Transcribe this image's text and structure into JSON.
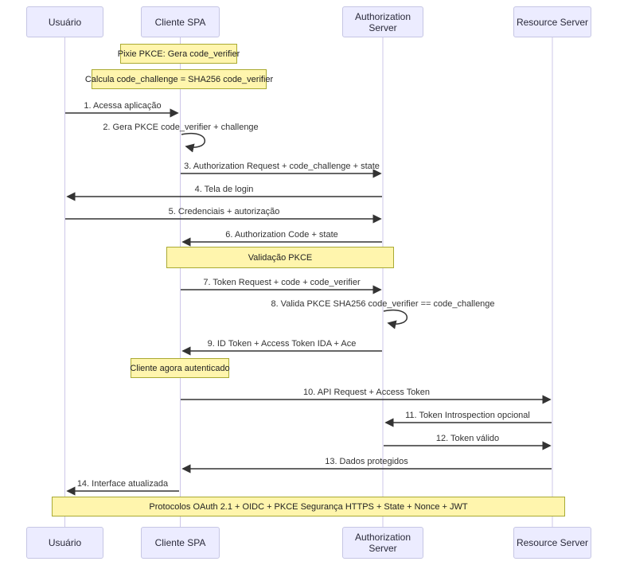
{
  "actors": [
    {
      "id": "usuario",
      "label": "Usuário"
    },
    {
      "id": "cliente-spa",
      "label": "Cliente SPA"
    },
    {
      "id": "authorization-server",
      "label": "Authorization Server"
    },
    {
      "id": "resource-server",
      "label": "Resource Server"
    }
  ],
  "notes": [
    {
      "id": "note-pkce-gen",
      "label": "Pixie PKCE: Gera code_verifier",
      "over": "Cliente SPA"
    },
    {
      "id": "note-challenge",
      "label": "Calcula code_challenge = SHA256 code_verifier",
      "over": "Cliente SPA"
    },
    {
      "id": "note-validacao",
      "label": "Validação PKCE",
      "over": "Cliente SPA, Authorization Server"
    },
    {
      "id": "note-autenticado",
      "label": "Cliente agora autenticado",
      "over": "Cliente SPA"
    },
    {
      "id": "note-protocolos",
      "label": "Protocolos OAuth 2.1 + OIDC + PKCE Segurança HTTPS + State + Nonce + JWT",
      "over": "all"
    }
  ],
  "messages": [
    {
      "label": "1. Acessa aplicação",
      "from": "Usuário",
      "to": "Cliente SPA"
    },
    {
      "label": "2. Gera PKCE code_verifier + challenge",
      "from": "Cliente SPA",
      "to": "Cliente SPA",
      "self": true
    },
    {
      "label": "3. Authorization Request + code_challenge + state",
      "from": "Cliente SPA",
      "to": "Authorization Server"
    },
    {
      "label": "4. Tela de login",
      "from": "Authorization Server",
      "to": "Usuário"
    },
    {
      "label": "5. Credenciais + autorização",
      "from": "Usuário",
      "to": "Authorization Server"
    },
    {
      "label": "6. Authorization Code + state",
      "from": "Authorization Server",
      "to": "Cliente SPA"
    },
    {
      "label": "7. Token Request + code + code_verifier",
      "from": "Cliente SPA",
      "to": "Authorization Server"
    },
    {
      "label": "8. Valida PKCE SHA256 code_verifier == code_challenge",
      "from": "Authorization Server",
      "to": "Authorization Server",
      "self": true
    },
    {
      "label": "9. ID Token + Access Token IDA + Ace",
      "from": "Authorization Server",
      "to": "Cliente SPA"
    },
    {
      "label": "10. API Request + Access Token",
      "from": "Cliente SPA",
      "to": "Resource Server"
    },
    {
      "label": "11. Token Introspection opcional",
      "from": "Resource Server",
      "to": "Authorization Server"
    },
    {
      "label": "12. Token válido",
      "from": "Authorization Server",
      "to": "Resource Server"
    },
    {
      "label": "13. Dados protegidos",
      "from": "Resource Server",
      "to": "Cliente SPA"
    },
    {
      "label": "14. Interface atualizada",
      "from": "Cliente SPA",
      "to": "Usuário"
    }
  ],
  "colors": {
    "actor_fill": "#ECECFF",
    "actor_border": "#C6C6E4",
    "note_fill": "#FFF5AD",
    "note_border": "#AAAA33",
    "message_line": "#333333",
    "lifeline": "#CDC7E8",
    "text": "#333333"
  }
}
